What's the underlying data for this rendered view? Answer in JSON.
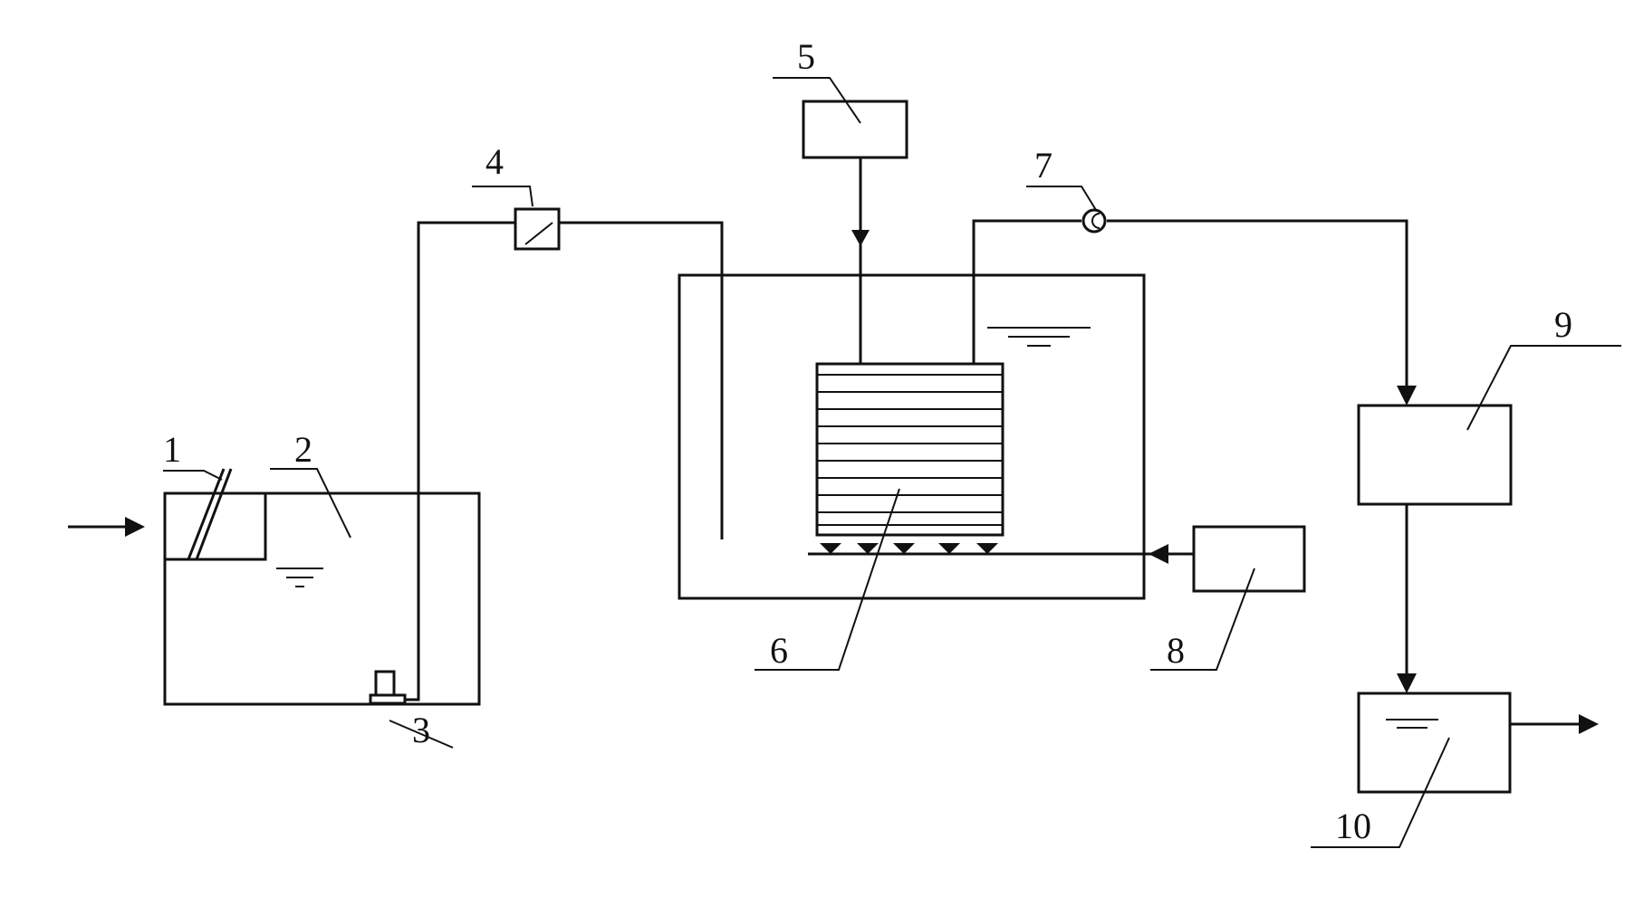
{
  "labels": {
    "c1": "1",
    "c2": "2",
    "c3": "3",
    "c4": "4",
    "c5": "5",
    "c6": "6",
    "c7": "7",
    "c8": "8",
    "c9": "9",
    "c10": "10"
  }
}
